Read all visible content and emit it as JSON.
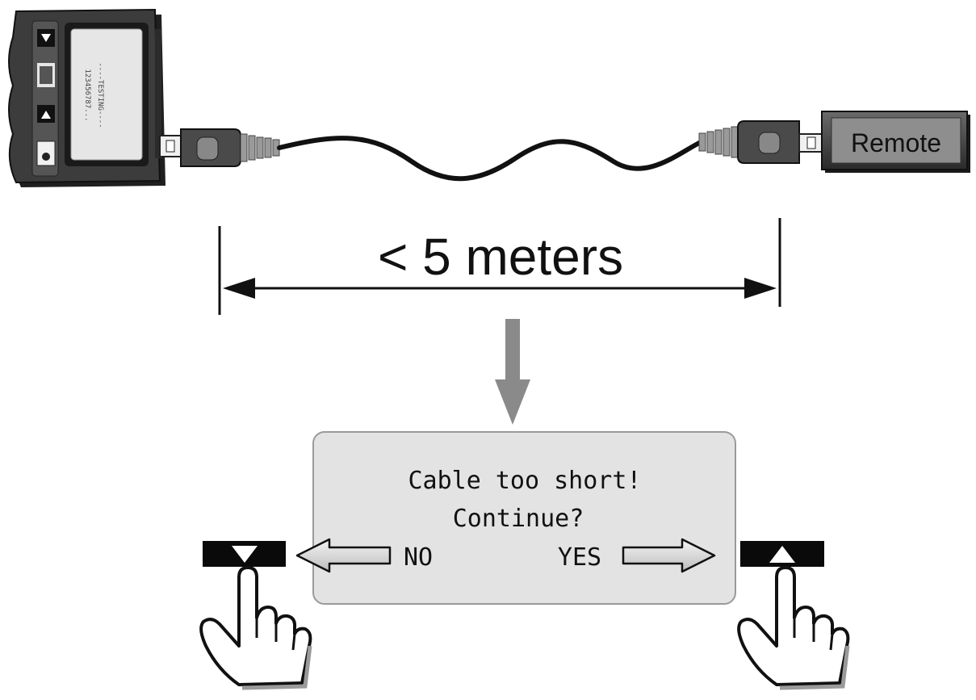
{
  "tester": {
    "screen_line1": "----TESTING----",
    "screen_line2": "123456787..."
  },
  "remote": {
    "label": "Remote"
  },
  "measurement": {
    "label": "< 5 meters"
  },
  "dialog": {
    "line1": "Cable too short!",
    "line2": "Continue?",
    "no_label": "NO",
    "yes_label": "YES"
  },
  "buttons": {
    "down_symbol": "▼",
    "up_symbol": "▲"
  },
  "colors": {
    "device_body": "#3a3a3a",
    "screen": "#e6e6e6",
    "dialog_bg": "#e3e3e3",
    "arrow_gray": "#8a8a8a"
  }
}
